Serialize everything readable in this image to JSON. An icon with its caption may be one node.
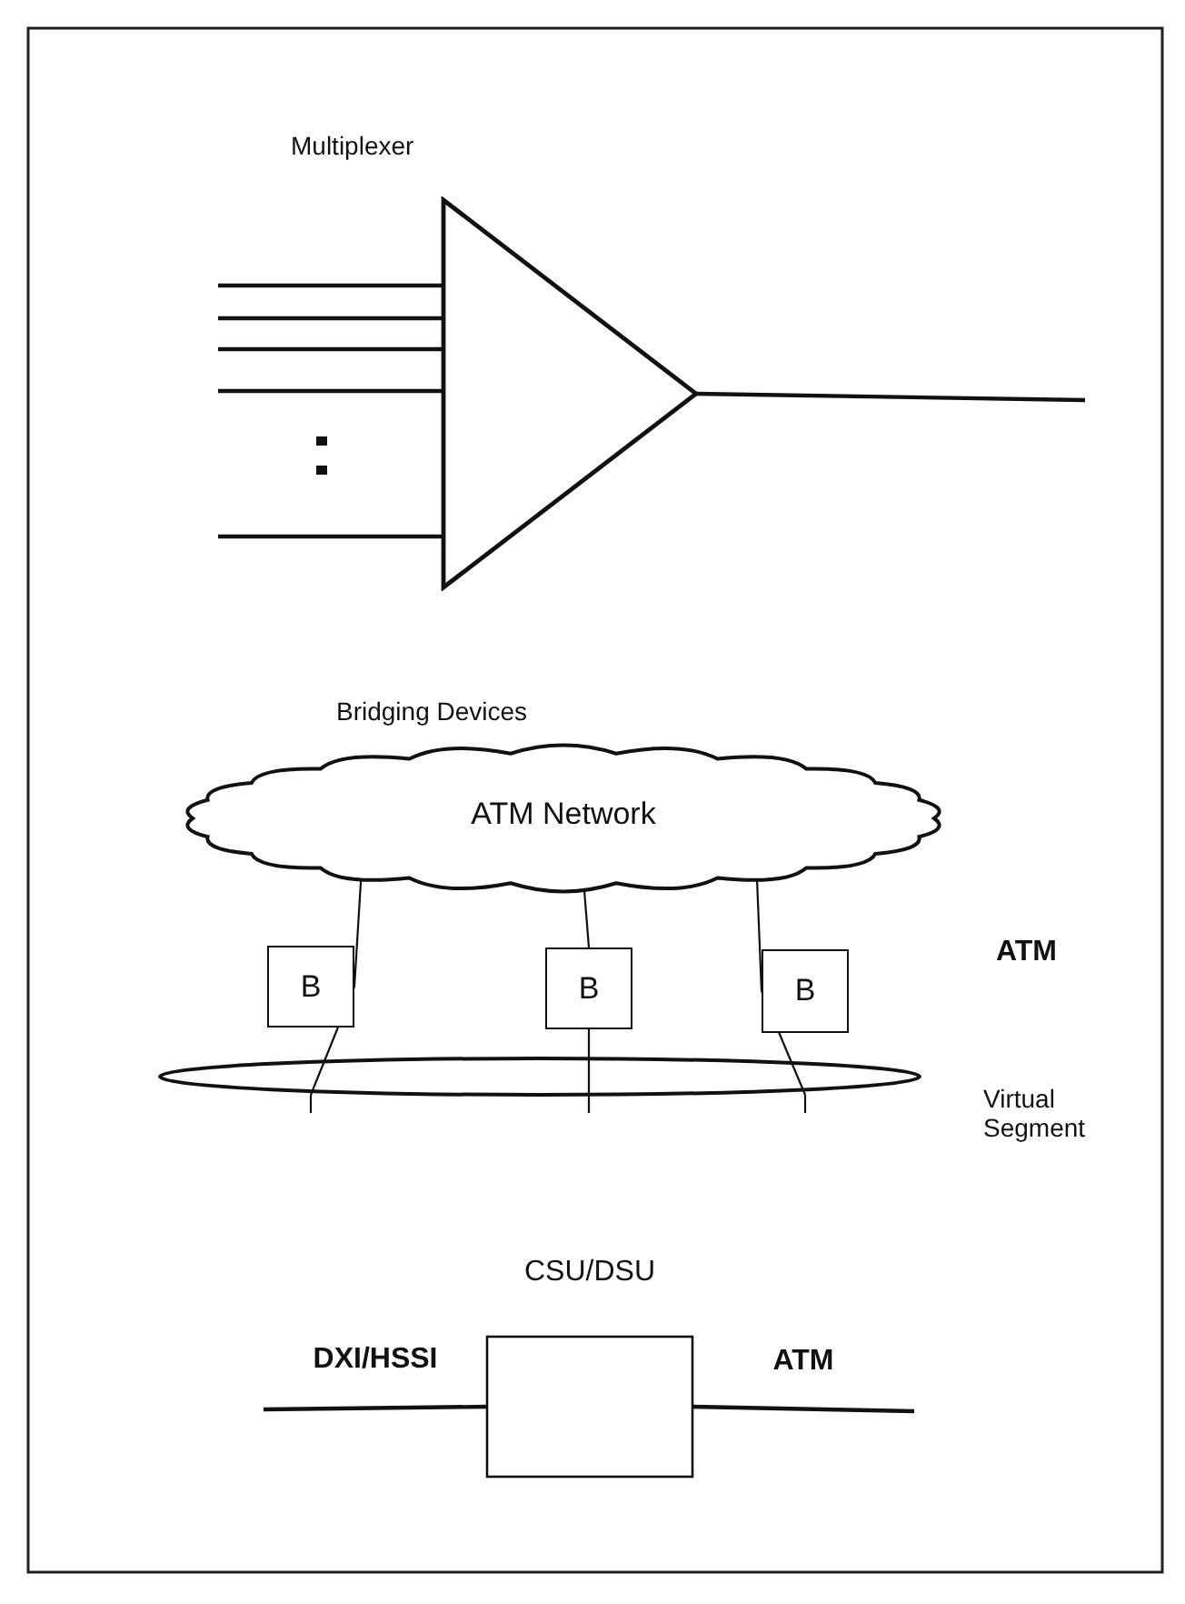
{
  "diagram": {
    "nodes": [
      {
        "text": [
          "Multiplexer"
        ]
      },
      {
        "text": [
          "ATM Network"
        ]
      },
      {
        "text": [
          "B"
        ]
      },
      {
        "text": [
          "B"
        ]
      },
      {
        "text": [
          "B"
        ]
      },
      {
        "text": [
          "Virtual Segment"
        ]
      },
      {
        "text": [
          "CSU/DSU"
        ]
      }
    ],
    "edges": [
      {
        "from": null,
        "to": 0,
        "arrow": "none"
      },
      {
        "from": null,
        "to": 0,
        "arrow": "none"
      },
      {
        "from": null,
        "to": 0,
        "arrow": "none"
      },
      {
        "from": null,
        "to": 0,
        "arrow": "none"
      },
      {
        "from": null,
        "to": 0,
        "arrow": "none"
      },
      {
        "from": 0,
        "to": null,
        "arrow": "none"
      },
      {
        "from": 1,
        "to": 2,
        "arrow": "none"
      },
      {
        "from": 1,
        "to": 3,
        "arrow": "none"
      },
      {
        "from": 1,
        "to": 4,
        "arrow": "none"
      },
      {
        "from": 2,
        "to": 5,
        "arrow": "none"
      },
      {
        "from": 3,
        "to": 5,
        "arrow": "none"
      },
      {
        "from": 4,
        "to": 5,
        "arrow": "none"
      },
      {
        "from": null,
        "to": 6,
        "arrow": "none",
        "label": "DXI/HSSI"
      },
      {
        "from": 6,
        "to": null,
        "arrow": "none",
        "label": "ATM"
      }
    ],
    "labels": [
      "Bridging Devices",
      "ATM"
    ]
  }
}
